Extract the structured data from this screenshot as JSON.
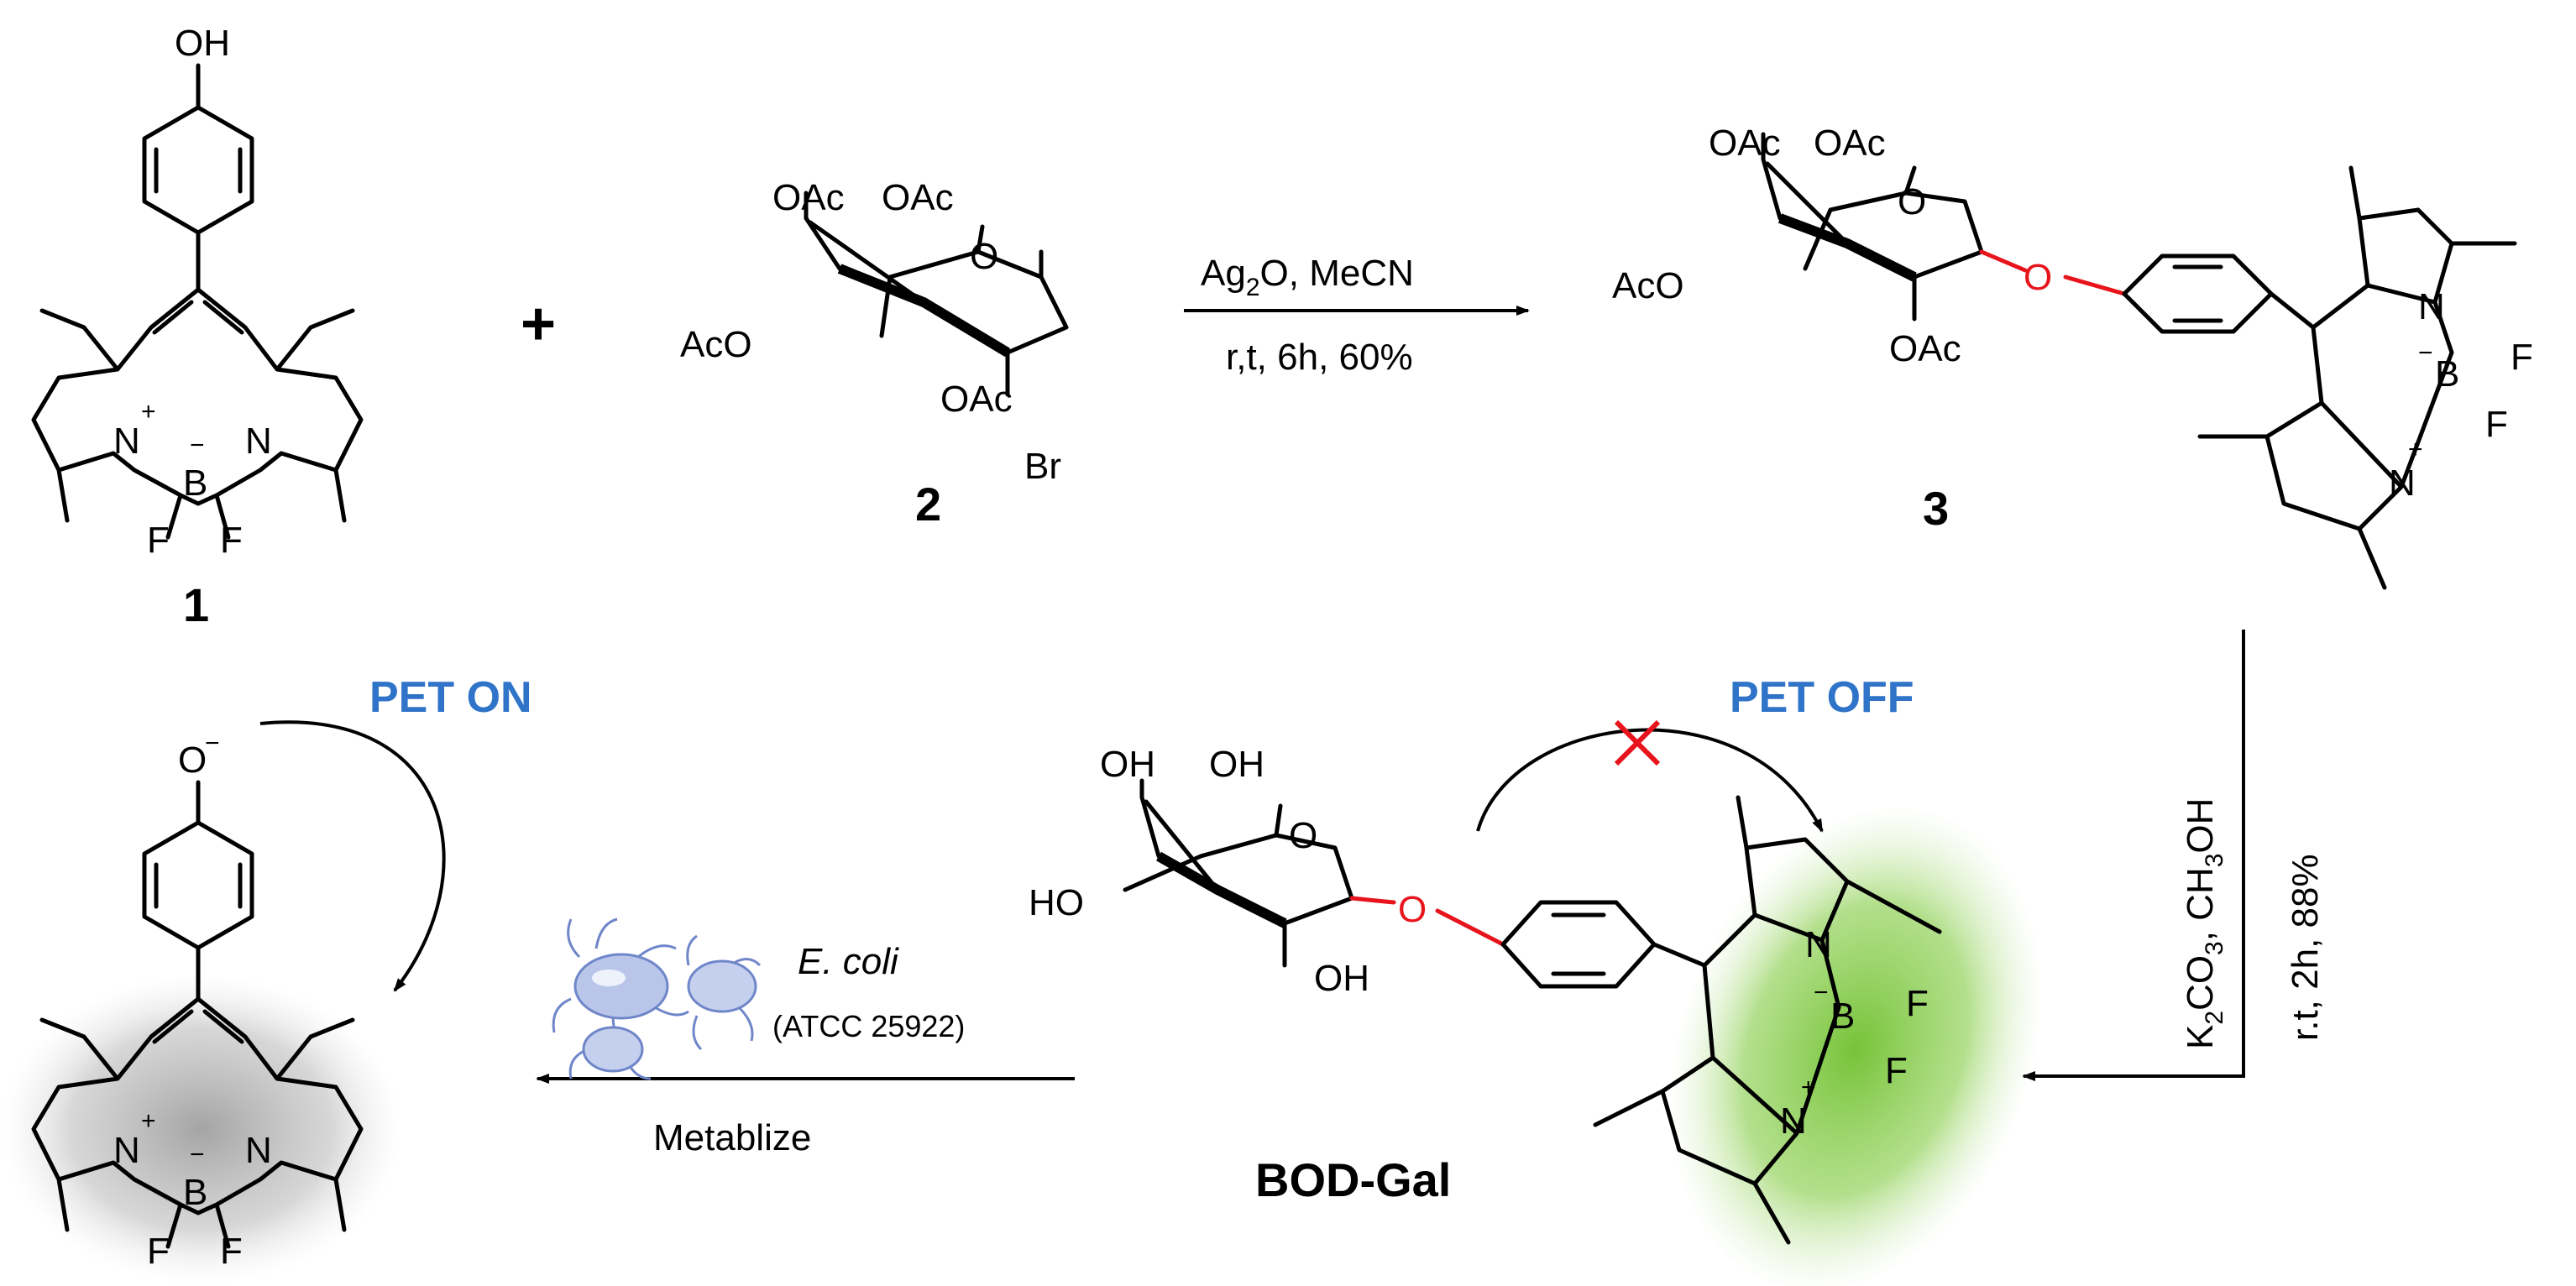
{
  "compounds": {
    "c1": {
      "label": "1"
    },
    "c2": {
      "label": "2"
    },
    "c3": {
      "label": "3"
    },
    "bodgal": {
      "label": "BOD-Gal"
    }
  },
  "atoms": {
    "oh": "OH",
    "o_minus": "O",
    "oac": "OAc",
    "aco": "AcO",
    "br": "Br",
    "o": "O",
    "n": "N",
    "b": "B",
    "f": "F",
    "ho": "HO",
    "plus": "+",
    "minus": "−"
  },
  "reaction1": {
    "plus_sign": "+",
    "reagent_a": "Ag",
    "reagent_a_sub": "2",
    "reagent_a_rest": "O, MeCN",
    "conditions": "r,t, 6h, 60%"
  },
  "reaction2": {
    "reagent_a": "K",
    "reagent_a_sub1": "2",
    "reagent_a_mid": "CO",
    "reagent_a_sub2": "3",
    "reagent_a_mid2": ", CH",
    "reagent_a_sub3": "3",
    "reagent_a_rest": "OH",
    "conditions": "r.t, 2h, 88%"
  },
  "reaction3": {
    "organism": "E. coli",
    "strain": "(ATCC 25922)",
    "process": "Metablize"
  },
  "pet": {
    "on": "PET ON",
    "off": "PET OFF"
  },
  "colors": {
    "pet_label": "#2f74c8",
    "ether_bond": "#e8141c",
    "blocked_mark": "#e8141c",
    "glow_green": "#7ccb3d",
    "glow_gray": "#8a8a8a"
  },
  "icons": {
    "blocked": "cross-mark-icon",
    "bacteria": "bacteria-icon"
  }
}
